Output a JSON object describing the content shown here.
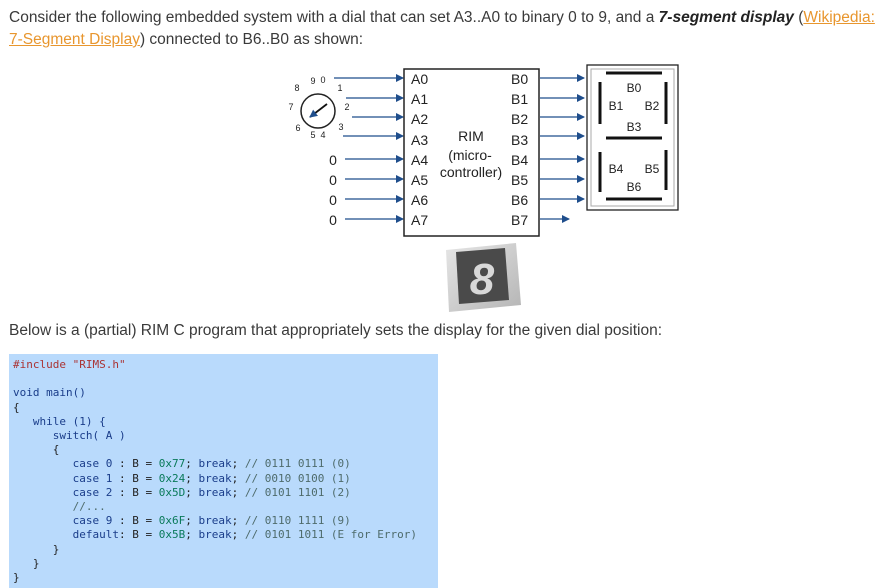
{
  "intro": {
    "text_before": "Consider the following embedded system with a dial that can set A3..A0 to binary 0 to 9, and a ",
    "bold": "7-segment display",
    "paren_open": " (",
    "link": "Wikipedia: 7-Segment Display",
    "text_after": ") connected to B6..B0 as shown:"
  },
  "diagram": {
    "dial_numbers": [
      "9",
      "0",
      "1",
      "2",
      "3",
      "4",
      "5",
      "6",
      "7",
      "8"
    ],
    "fixed_inputs": [
      "0",
      "0",
      "0",
      "0"
    ],
    "rim_inputs": [
      "A0",
      "A1",
      "A2",
      "A3",
      "A4",
      "A5",
      "A6",
      "A7"
    ],
    "rim_outputs": [
      "B0",
      "B1",
      "B2",
      "B3",
      "B4",
      "B5",
      "B6",
      "B7"
    ],
    "rim_label": [
      "RIM",
      "(micro-",
      "controller)"
    ],
    "display_labels": {
      "top": "B0",
      "upper_left": "B1",
      "upper_right": "B2",
      "middle": "B3",
      "lower_left": "B4",
      "lower_right": "B5",
      "bottom": "B6"
    },
    "photo_digit": "8"
  },
  "below_text": "Below is a (partial) RIM C program that appropriately sets the display for the given dial position:",
  "code": {
    "include": "#include \"RIMS.h\"",
    "main_sig": "void main()",
    "open_brace": "{",
    "while_line": "while (1) {",
    "switch_line": "switch( A )",
    "switch_open": "{",
    "cases": [
      {
        "label": "case 0",
        "value": "0x77",
        "comment": "// 0111 0111 (0)"
      },
      {
        "label": "case 1",
        "value": "0x24",
        "comment": "// 0010 0100 (1)"
      },
      {
        "label": "case 2",
        "value": "0x5D",
        "comment": "// 0101 1101 (2)"
      },
      {
        "label": "case 9",
        "value": "0x6F",
        "comment": "// 0110 1111 (9)"
      }
    ],
    "ellipsis": "//...",
    "default_case": {
      "label": "default",
      "value": "0x5B",
      "comment": "// 0101 1011 (E for Error)"
    },
    "close1": "}",
    "close2": "}",
    "close3": "}"
  }
}
